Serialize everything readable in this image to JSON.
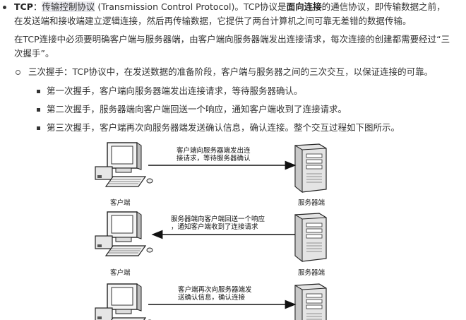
{
  "intro": {
    "term": "TCP",
    "colon": "：",
    "term_cn": "传输控制协议",
    "term_en": " (Transmission Control Protocol)。TCP协议是",
    "bold_phrase": "面向连接",
    "rest_line1": "的通信协议，即传输数据之前，",
    "line2": "在发送端和接收端建立逻辑连接，然后再传输数据，它提供了两台计算机之间可靠无差错的数据传输。"
  },
  "para2": {
    "line1": "在TCP连接中必须要明确客户端与服务器端，由客户端向服务器端发出连接请求，每次连接的创建都需要经过“三",
    "line2": "次握手”。"
  },
  "handshake": {
    "summary": "三次握手：TCP协议中，在发送数据的准备阶段，客户端与服务器之间的三次交互，以保证连接的可靠。",
    "steps": [
      "第一次握手，客户端向服务器端发出连接请求，等待服务器确认。",
      "第二次握手，服务器端向客户端回送一个响应，通知客户端收到了连接请求。",
      "第三次握手，客户端再次向服务器端发送确认信息，确认连接。整个交互过程如下图所示。"
    ]
  },
  "diagram": {
    "client_label": "客户端",
    "server_label": "服务器端",
    "messages": [
      {
        "line1": "客户端向服务器端发出连",
        "line2": "接请求，等待服务器确认"
      },
      {
        "line1": "服务器端向客户端回送一个响应",
        "line2": "，通知客户端收到了连接请求"
      },
      {
        "line1": "客户端再次向服务器端发",
        "line2": "送确认信息，确认连接"
      }
    ]
  }
}
